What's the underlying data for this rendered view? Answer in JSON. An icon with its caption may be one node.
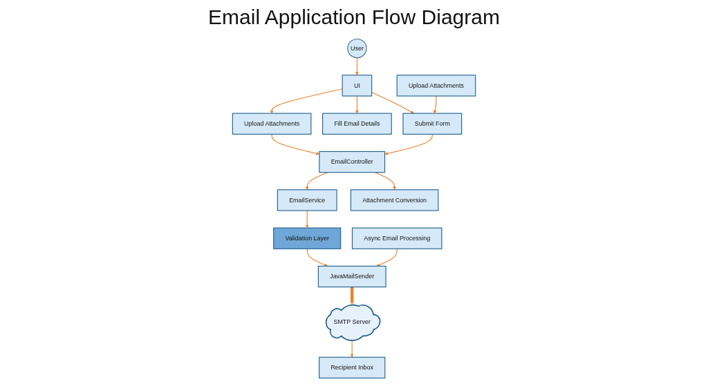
{
  "diagram": {
    "title": "Email Application Flow Diagram",
    "nodes": [
      {
        "text": [
          "User"
        ]
      },
      {
        "text": [
          "UI"
        ]
      },
      {
        "text": [
          "Submit Form"
        ]
      },
      {
        "text": [
          "Upload Attachments"
        ]
      },
      {
        "text": [
          "Fill Email Details"
        ]
      },
      {
        "text": [
          "Upload Attachments"
        ]
      },
      {
        "text": [
          "EmailController"
        ]
      },
      {
        "text": [
          "Attachment Conversion"
        ]
      },
      {
        "text": [
          "EmailService"
        ]
      },
      {
        "text": [
          "Validation Layer"
        ]
      },
      {
        "text": [
          "Async Email Processing"
        ]
      },
      {
        "text": [
          "JavaMailSender"
        ]
      },
      {
        "text": [
          "SMTP Server"
        ]
      },
      {
        "text": [
          "Recipient Inbox"
        ]
      }
    ],
    "edges": [
      {
        "from": 0,
        "to": 1,
        "arrow": "to"
      },
      {
        "from": 1,
        "to": 2,
        "arrow": "to"
      },
      {
        "from": 3,
        "to": 2,
        "arrow": "to"
      },
      {
        "from": 1,
        "to": 4,
        "arrow": "to"
      },
      {
        "from": 1,
        "to": 5,
        "arrow": "to"
      },
      {
        "from": 2,
        "to": 6,
        "arrow": "to"
      },
      {
        "from": 5,
        "to": 6,
        "arrow": "to"
      },
      {
        "from": 6,
        "to": 7,
        "arrow": "to"
      },
      {
        "from": 6,
        "to": 8,
        "arrow": "to"
      },
      {
        "from": 8,
        "to": 9,
        "arrow": "to"
      },
      {
        "from": 9,
        "to": 11,
        "arrow": "to"
      },
      {
        "from": 10,
        "to": 11,
        "arrow": "to"
      },
      {
        "from": 11,
        "to": 12,
        "arrow": "to",
        "style": "thick"
      },
      {
        "from": 12,
        "to": 13,
        "arrow": "to"
      }
    ]
  }
}
